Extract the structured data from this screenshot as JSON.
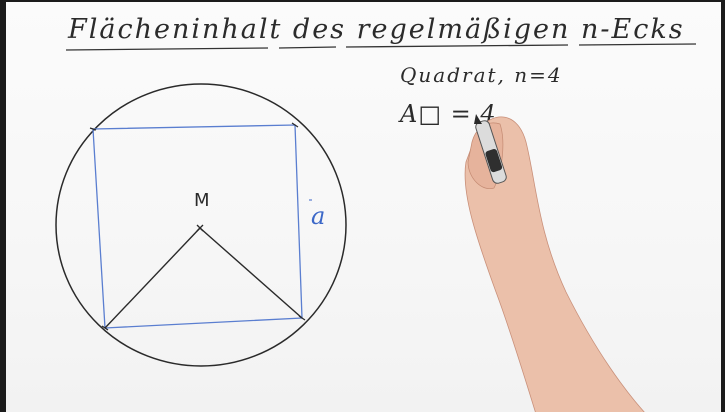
{
  "board": {
    "title": "Flächeninhalt des regelmäßigen n-Ecks",
    "line2": "Quadrat, n=4",
    "line3": "A□ = 4"
  },
  "figure": {
    "center_label": "M",
    "side_label": "a"
  },
  "colors": {
    "board": "#f7f7f7",
    "ink": "#2b2b2b",
    "blue_ink": "#3c68c8",
    "skin": "#e8bba5"
  }
}
